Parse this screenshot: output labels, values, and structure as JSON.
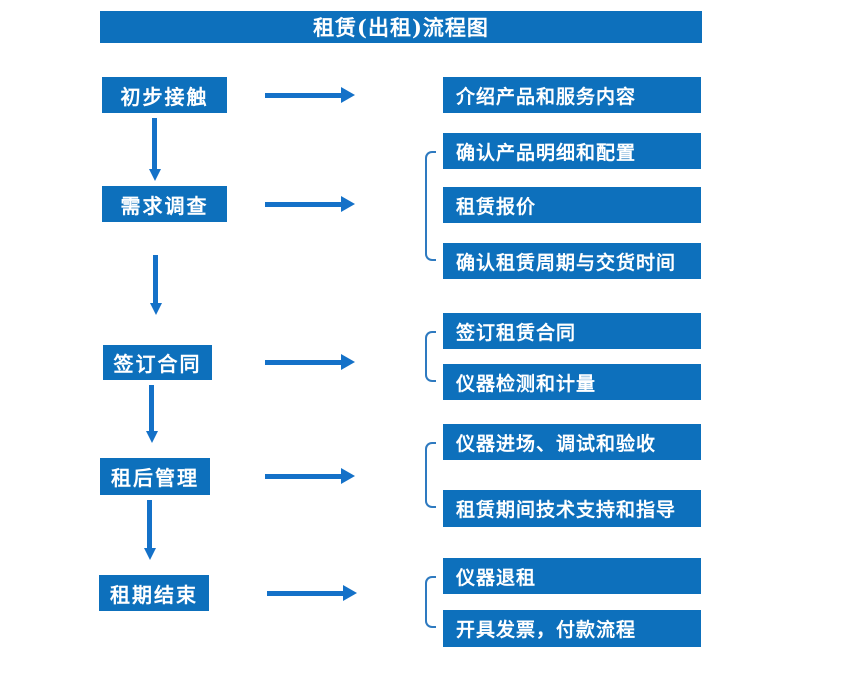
{
  "title": "租赁(出租)流程图",
  "colors": {
    "box_fill": "#0d70bc",
    "arrow": "#1471c8",
    "bracket": "#2e7ac0",
    "text": "#ffffff",
    "background": "#ffffff"
  },
  "stages": [
    {
      "label": "初步接触",
      "outputs": [
        "介绍产品和服务内容"
      ]
    },
    {
      "label": "需求调查",
      "outputs": [
        "确认产品明细和配置",
        "租赁报价",
        "确认租赁周期与交货时间"
      ]
    },
    {
      "label": "签订合同",
      "outputs": [
        "签订租赁合同",
        "仪器检测和计量"
      ]
    },
    {
      "label": "租后管理",
      "outputs": [
        "仪器进场、调试和验收",
        "租赁期间技术支持和指导"
      ]
    },
    {
      "label": "租期结束",
      "outputs": [
        "仪器退租",
        "开具发票，付款流程"
      ]
    }
  ]
}
